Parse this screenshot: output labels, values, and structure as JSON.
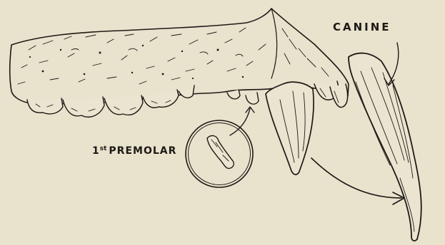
{
  "labels": {
    "canine": "CANINE",
    "premolar_ordinal_number": "1",
    "premolar_ordinal_suffix": "st",
    "premolar_name": "PREMOLAR"
  },
  "colors": {
    "background": "#e9e2cd",
    "ink": "#1d1a16"
  }
}
